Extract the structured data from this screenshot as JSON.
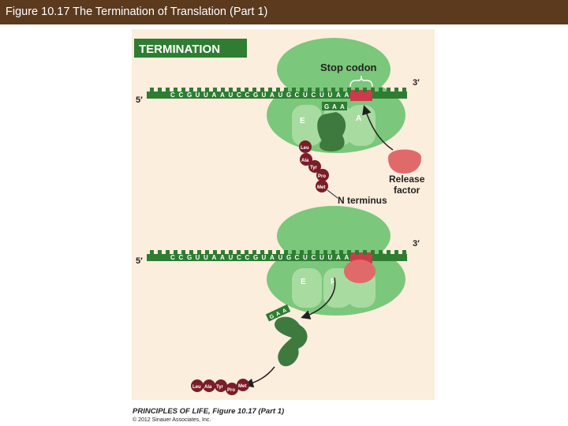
{
  "header": {
    "title": "Figure 10.17  The Termination of Translation (Part 1)"
  },
  "figure": {
    "stage_label": "TERMINATION",
    "stop_codon_label": "Stop codon",
    "five_prime": "5′",
    "three_prime": "3′",
    "mrna_bases": [
      "C",
      "C",
      "G",
      "U",
      "U",
      "A",
      "A",
      "U",
      "C",
      "C",
      "G",
      "U",
      "A",
      "U",
      "G",
      "C",
      "U",
      "C",
      "U",
      "U",
      "A",
      "A"
    ],
    "anticodon": [
      "G",
      "A",
      "A"
    ],
    "site_e": "E",
    "site_a": "A",
    "site_p": "P",
    "amino_acids": [
      "Leu",
      "Ala",
      "Tyr",
      "Pro",
      "Met"
    ],
    "release_factor_label": [
      "Release",
      "factor"
    ],
    "n_terminus_label": "N terminus"
  },
  "footer": {
    "caption": "PRINCIPLES OF LIFE, Figure 10.17 (Part 1)",
    "copyright": "© 2012 Sinauer Associates, Inc."
  },
  "colors": {
    "ribosome": "#7bc77b",
    "ribosome_light": "#a8dba0",
    "mrna": "#2e7d32",
    "stop_codon": "#d0394a",
    "trna": "#3e7a3e",
    "amino_acid": "#7a1d28",
    "release_factor": "#e06a6a",
    "label_banner": "#2e7d32"
  }
}
